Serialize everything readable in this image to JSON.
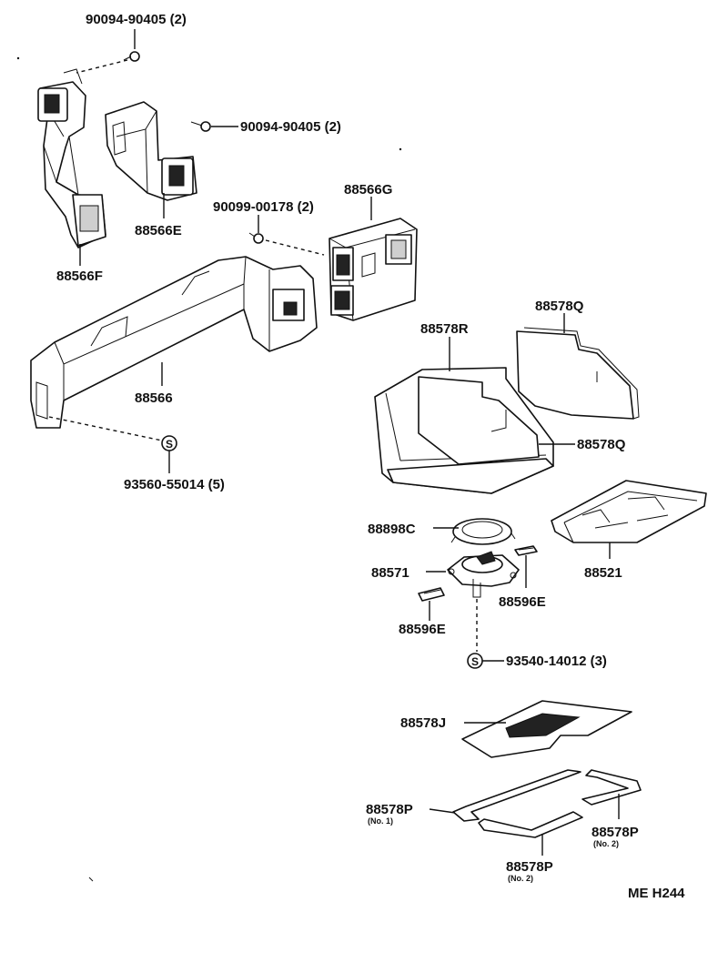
{
  "labels": {
    "bolt_top": "90094-90405 (2)",
    "bolt_mid": "90094-90405 (2)",
    "bolt_small": "90099-00178 (2)",
    "duct_g": "88566G",
    "duct_e": "88566E",
    "duct_f": "88566F",
    "duct_main": "88566",
    "clip_s1": "93560-55014 (5)",
    "case_r": "88578R",
    "plate_q1": "88578Q",
    "plate_q2": "88578Q",
    "ring_c": "88898C",
    "motor": "88571",
    "seal_e1": "88596E",
    "seal_e2": "88596E",
    "tray": "88521",
    "clip_s2": "93540-14012 (3)",
    "gasket_j": "88578J",
    "gasket_p1": "88578P",
    "gasket_p1_no": "(No. 1)",
    "gasket_p2a": "88578P",
    "gasket_p2a_no": "(No. 2)",
    "gasket_p2b": "88578P",
    "gasket_p2b_no": "(No. 2)",
    "s_symbol_1": "S",
    "s_symbol_2": "S",
    "drawing_code": "ME H244"
  }
}
